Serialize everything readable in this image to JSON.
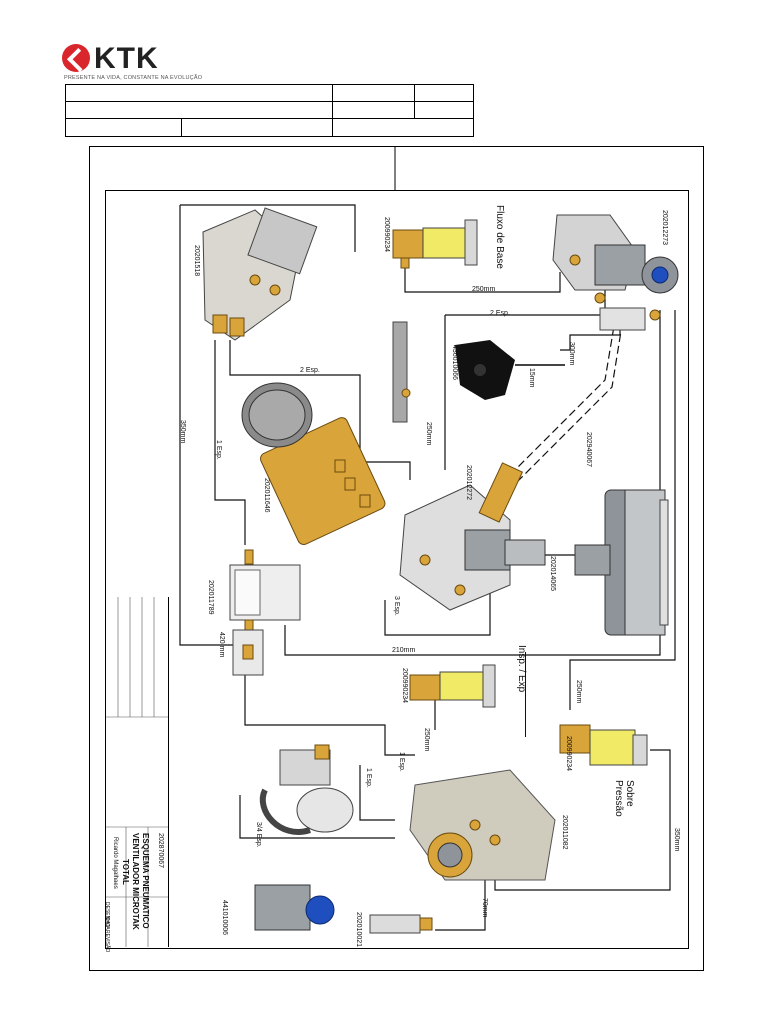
{
  "header": {
    "brand": "KTK",
    "tagline": "PRESENTE NA VIDA, CONSTANTE NA EVOLUÇÃO"
  },
  "diagram": {
    "labels": {
      "fluxo_de_base": "Fluxo de Base",
      "insp_exp": "Insp. / Exp",
      "sobre_pressao": "Sobre\nPressão"
    },
    "part_numbers": {
      "p1": "20201518",
      "p2": "200990234",
      "p3": "202012273",
      "p4": "436010066",
      "p5": "202011646",
      "p6": "202012272",
      "p7": "202011789",
      "p8": "202014065",
      "p9": "200990234",
      "p10": "200990234",
      "p11": "202011082",
      "p12": "202010021",
      "p13": "441010006",
      "p14": "202940067"
    },
    "hose_labels": {
      "h250_top": "250mm",
      "h2esp_top": "2 Esp.",
      "h300": "300mm",
      "h250_mid": "250mm",
      "h2esp_mid": "2 Esp.",
      "h1esp": "1 Esp.",
      "h350_left": "350mm",
      "h3esp": "3 Esp.",
      "h210": "210mm",
      "h250_bottom": "250mm",
      "h250_right": "250mm",
      "h1esp_b": "1 Esp.",
      "h1esp_c": "1 Esp.",
      "h3_4esp": "3/4 Esp.",
      "h70": "70mm",
      "h350_right": "350mm",
      "h15": "15mm",
      "h420": "420 mm"
    },
    "title_block": {
      "title_line1": "ESQUEMA PNEUMATICO",
      "title_line2": "VENTILADOR MICROTAK",
      "title_line3": "TOTAL",
      "drawing_number": "202870067",
      "drawn_by": "Ricardo Magalhaes",
      "labels": [
        "DESENHO",
        "DATA",
        "REVISÃO"
      ]
    }
  },
  "colors": {
    "brand_red": "#d8262c",
    "brass": "#d9a43a",
    "yellow": "#f0ea66",
    "gray": "#bfbfbf",
    "blue": "#1f4fbf"
  }
}
